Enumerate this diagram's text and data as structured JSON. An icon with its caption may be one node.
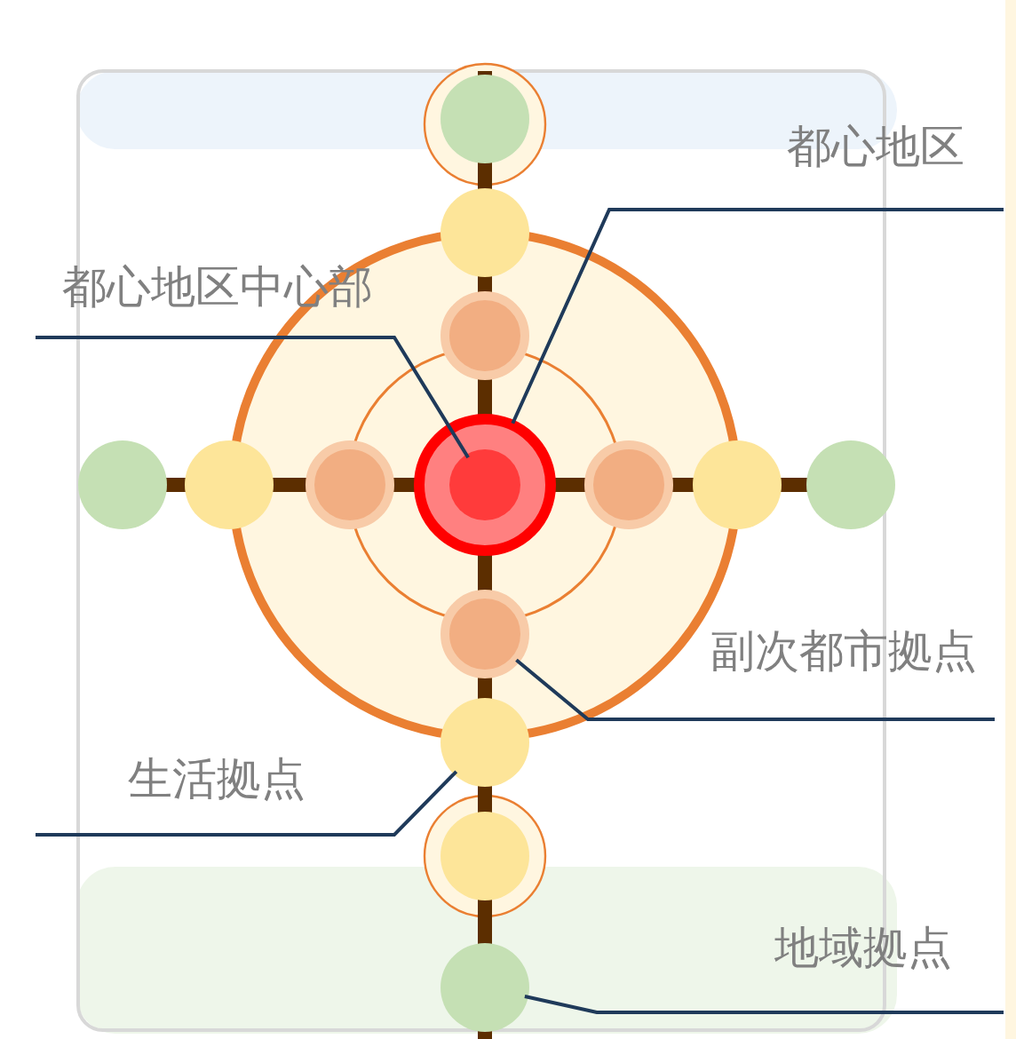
{
  "diagram": {
    "nodes": [
      {
        "text": [
          "都心地区"
        ]
      },
      {
        "text": [],
        "shape": "circle"
      },
      {
        "text": [
          "都心地区中心部"
        ]
      },
      {
        "text": [],
        "shape": "circle",
        "in": 1
      },
      {
        "text": [
          "副次都市拠点"
        ]
      },
      {
        "text": [],
        "shape": "circle"
      },
      {
        "text": [
          "生活拠点"
        ]
      },
      {
        "text": [],
        "shape": "circle"
      },
      {
        "text": [
          "地域拠点"
        ]
      },
      {
        "text": [],
        "shape": "circle"
      }
    ],
    "edges": [
      {
        "from": 0,
        "to": 1,
        "arrow": "none"
      },
      {
        "from": 2,
        "to": 3,
        "arrow": "none"
      },
      {
        "from": 4,
        "to": 5,
        "arrow": "none"
      },
      {
        "from": 6,
        "to": 7,
        "arrow": "none"
      },
      {
        "from": 8,
        "to": 9,
        "arrow": "none"
      }
    ]
  }
}
